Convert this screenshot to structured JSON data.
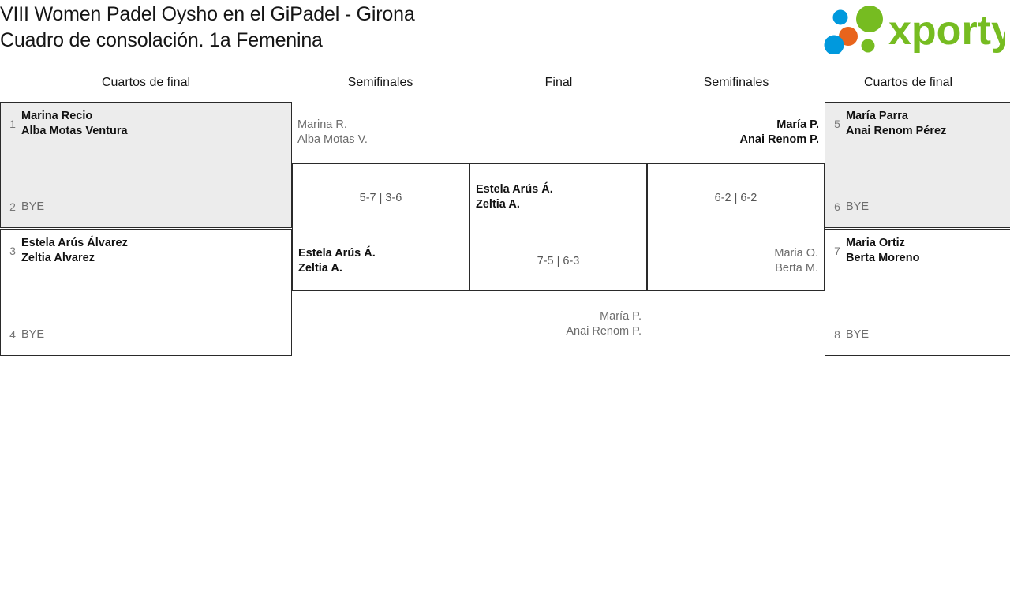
{
  "header": {
    "title_line1": "VIII Women Padel Oysho en el GiPadel - Girona",
    "title_line2": "Cuadro de consolación. 1a Femenina",
    "logo_text": "xporty"
  },
  "columns": [
    {
      "label": "Cuartos de final"
    },
    {
      "label": "Semifinales"
    },
    {
      "label": "Final"
    },
    {
      "label": "Semifinales"
    },
    {
      "label": "Cuartos de final"
    }
  ],
  "bracket": {
    "left_quarterfinals": [
      {
        "shaded": true,
        "top": {
          "seed": "1",
          "player1": "Marina Recio",
          "player2": "Alba Motas Ventura",
          "status": "win"
        },
        "bottom": {
          "seed": "2",
          "bye_label": "BYE"
        }
      },
      {
        "shaded": false,
        "top": {
          "seed": "3",
          "player1": "Estela Arús Álvarez",
          "player2": "Zeltia Alvarez",
          "status": "win"
        },
        "bottom": {
          "seed": "4",
          "bye_label": "BYE"
        }
      }
    ],
    "left_semifinal": {
      "loser": {
        "player1": "Marina R.",
        "player2": "Alba Motas V."
      },
      "score": "5-7 | 3-6",
      "winner": {
        "player1": "Estela Arús Á.",
        "player2": "Zeltia A."
      }
    },
    "final": {
      "winner": {
        "player1": "Estela Arús Á.",
        "player2": "Zeltia A."
      },
      "score": "7-5 | 6-3",
      "loser": {
        "player1": "María P.",
        "player2": "Anai Renom P."
      }
    },
    "right_semifinal": {
      "winner": {
        "player1": "María P.",
        "player2": "Anai Renom P."
      },
      "score": "6-2 | 6-2",
      "loser": {
        "player1": "Maria O.",
        "player2": "Berta M."
      }
    },
    "right_quarterfinals": [
      {
        "shaded": true,
        "top": {
          "seed": "5",
          "player1": "María Parra",
          "player2": "Anai Renom Pérez",
          "status": "win"
        },
        "bottom": {
          "seed": "6",
          "bye_label": "BYE"
        }
      },
      {
        "shaded": false,
        "top": {
          "seed": "7",
          "player1": "Maria Ortiz",
          "player2": "Berta Moreno",
          "status": "win"
        },
        "bottom": {
          "seed": "8",
          "bye_label": "BYE"
        }
      }
    ]
  },
  "colors": {
    "logo_green": "#76bc21",
    "logo_blue": "#0099dd",
    "logo_orange": "#e8641c",
    "box_shaded": "#ececec",
    "box_border": "#2a2a2a",
    "text_primary": "#111111",
    "text_muted": "#6d6d6d"
  }
}
